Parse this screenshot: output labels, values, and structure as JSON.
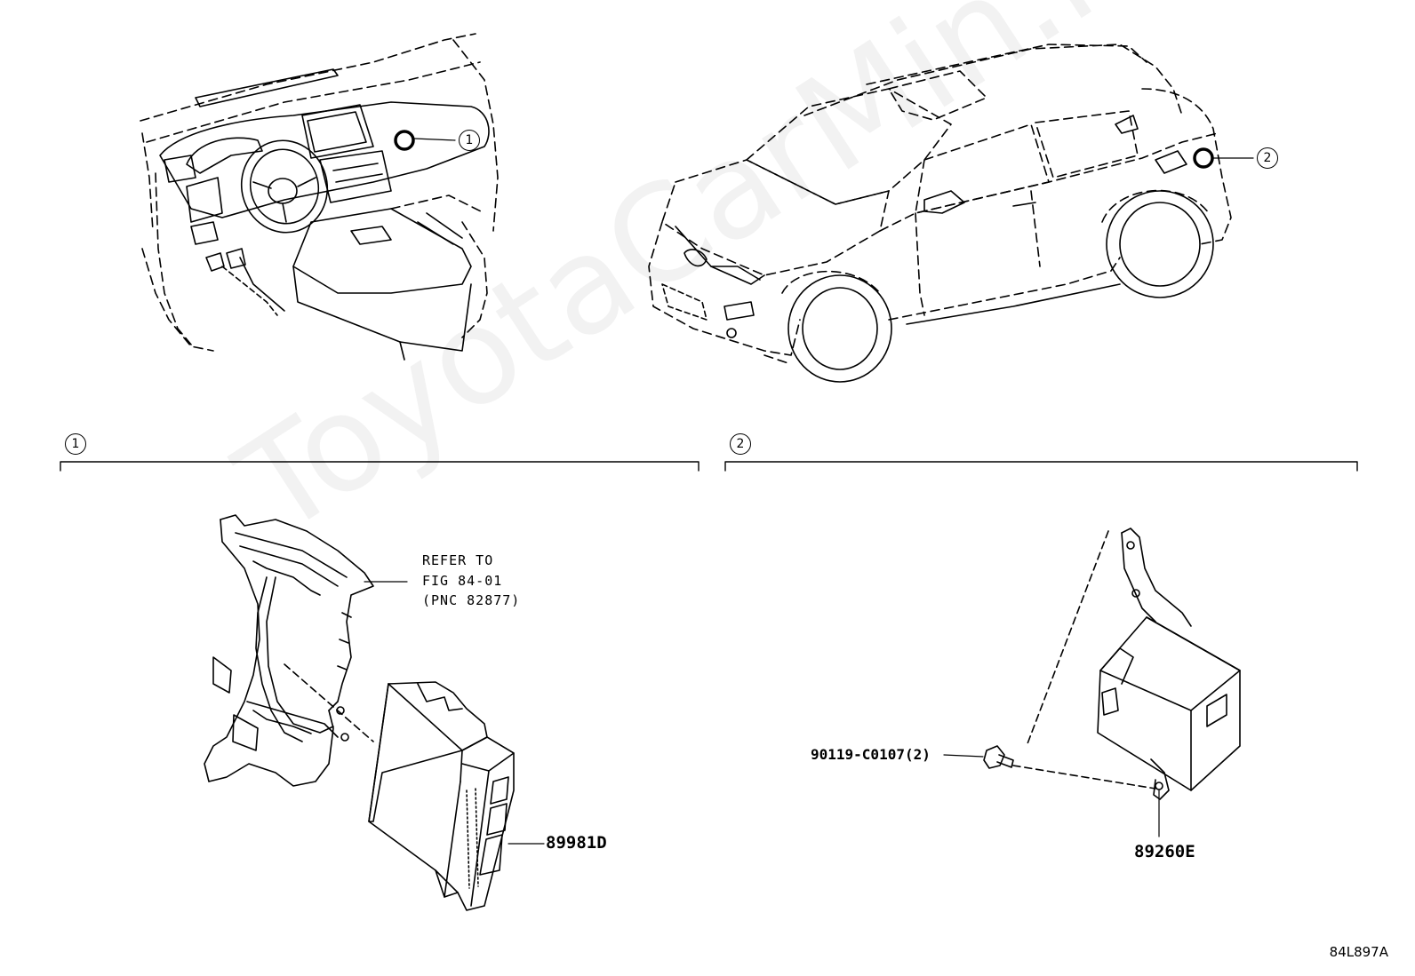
{
  "callouts": {
    "one": "1",
    "two": "2",
    "section_one": "1",
    "section_two": "2"
  },
  "refer_note": {
    "line1": "REFER TO",
    "line2": "FIG 84-01",
    "line3": "(PNC 82877)"
  },
  "parts": {
    "part_89981d": "89981D",
    "part_89260e": "89260E",
    "bolt": "90119-C0107(2)"
  },
  "diagram_code": "84L897A",
  "watermark": "ToyotaCarMin.ru"
}
